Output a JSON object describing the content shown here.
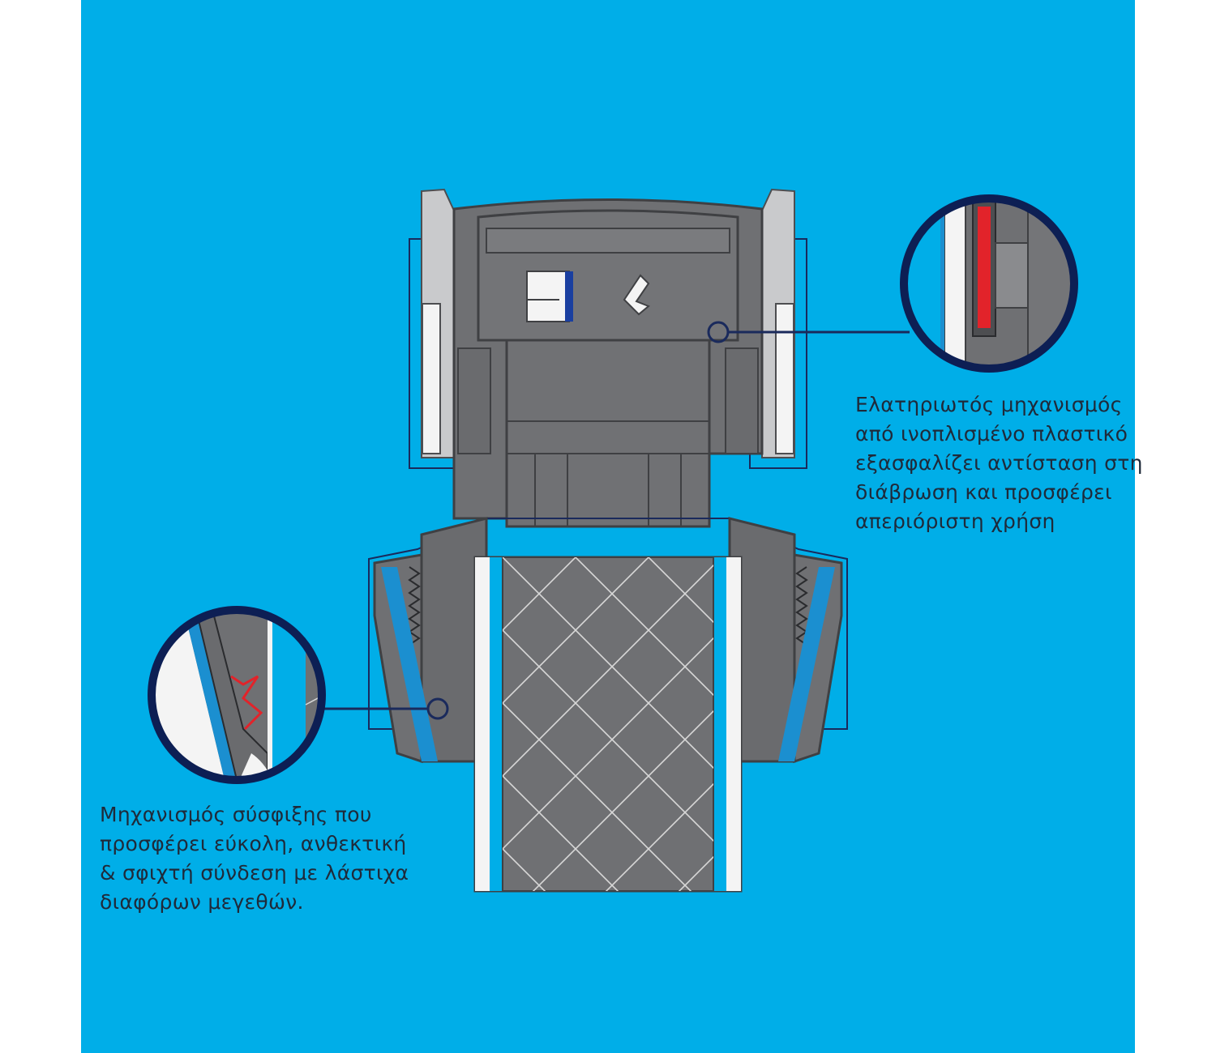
{
  "colors": {
    "background": "#00aee8",
    "page": "#ffffff",
    "body_gray": "#6f7073",
    "dark_gray": "#4d4e51",
    "light_gray": "#c9cacc",
    "white": "#f4f4f4",
    "outline": "#1a2a5c",
    "highlight_red": "#e2232a",
    "text": "#1f2a3a"
  },
  "callouts": [
    {
      "id": "spring-mechanism",
      "lines": [
        "Ελατηριωτός μηχανισμός",
        "από ινοπλισμένο πλαστικό",
        "εξασφαλίζει αντίσταση στη",
        "διάβρωση και προσφέρει",
        "απεριόριστη χρήση"
      ]
    },
    {
      "id": "clamping-mechanism",
      "lines": [
        "Μηχανισμός σύσφιξης που",
        "προσφέρει εύκολη, ανθεκτική",
        "& σφιχτή σύνδεση με λάστιχα",
        "διαφόρων μεγεθών."
      ]
    }
  ]
}
